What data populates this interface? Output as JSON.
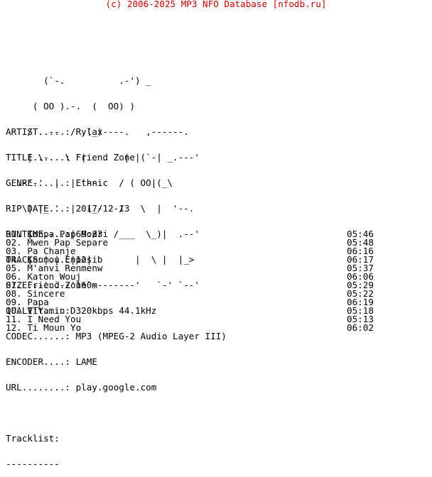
{
  "header": "(c) 2006-2025 MP3 NFO Database [nfodb.ru]",
  "logo_lines": [
    "       (`-.          .-') _",
    "     ( OO ).-.  (  OO) )",
    "    / . --. / ,(_)----.   ,------.",
    "    | \\-.  \\  |       | |(`-| _.---'",
    "  .-'-'  |  | '--.   / ( OO|(_\\",
    "   \\| |_.'  |  (_/   /   \\  |  '--.",
    "    |  .-.  |   /   /___  \\_)|  .--'",
    "    |  | |  |  |        |  \\ |  |_>",
    "    `--' `--'  `--------'   `-' `--'"
  ],
  "info": [
    {
      "key": "ARTIST.....",
      "value": "Rylax"
    },
    {
      "key": "TITLE......",
      "value": "Friend Zone"
    },
    {
      "key": "GENRE......",
      "value": "Ethnic"
    },
    {
      "key": "RIP DATE...",
      "value": "2017-12-13"
    },
    {
      "key": "RUNTIME....",
      "value": "69:33"
    },
    {
      "key": "TRACKS.....",
      "value": "12"
    },
    {
      "key": "SIZE.......",
      "value": "160m"
    },
    {
      "key": "QUALITY....",
      "value": "320kbps 44.1kHz"
    },
    {
      "key": "CODEC......",
      "value": "MP3 (MPEG-2 Audio Layer III)"
    },
    {
      "key": "ENCODER....",
      "value": "LAME"
    },
    {
      "key": "URL........",
      "value": "play.google.com"
    }
  ],
  "tracklist_heading": "Tracklist:",
  "tracklist_rule": "----------",
  "tracks": [
    {
      "title": "01. Konpa Pap Mouri",
      "duration": "05:46"
    },
    {
      "title": "02. Mwen Pap Separe",
      "duration": "05:48"
    },
    {
      "title": "03. Pa Chanje",
      "duration": "06:16"
    },
    {
      "title": "04. Lanmou Enposib",
      "duration": "06:17"
    },
    {
      "title": "05. M'anvi Renmenw",
      "duration": "05:37"
    },
    {
      "title": "06. Katon Wouj",
      "duration": "06:06"
    },
    {
      "title": "07. Friend Zone",
      "duration": "05:29"
    },
    {
      "title": "08. Sincere",
      "duration": "05:22"
    },
    {
      "title": "09. Papa",
      "duration": "06:19"
    },
    {
      "title": "10. Vitamin D",
      "duration": "05:18"
    },
    {
      "title": "11. I Need You",
      "duration": "05:13"
    },
    {
      "title": "12. Ti Moun Yo",
      "duration": "06:02"
    }
  ]
}
